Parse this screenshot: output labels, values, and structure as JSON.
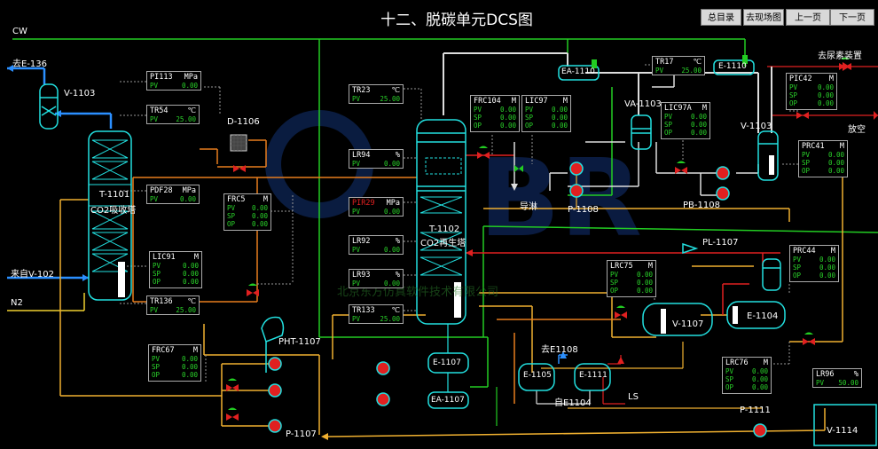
{
  "title": "十二、脱碳单元DCS图",
  "nav": {
    "b1": "总目录",
    "b2": "去现场图",
    "b3": "上一页",
    "b4": "下一页"
  },
  "labels": {
    "cw": "CW",
    "to_e136": "去E-136",
    "v1103_left": "V-1103",
    "d1106": "D-1106",
    "t1101": "T-1101",
    "t1101_sub": "CO2吸收塔",
    "from_v102": "来自V-102",
    "n2": "N2",
    "pht1107": "PHT-1107",
    "p1107": "P-1107",
    "t1102": "T-1102",
    "t1102_sub": "CO2再生塔",
    "ea1110": "EA-1110",
    "e1110": "E-1110",
    "va1103": "VA-1103",
    "v1103_right": "V-1103",
    "to_urea": "去尿素装置",
    "vent": "放空",
    "p1108": "P-1108",
    "pb1108": "PB-1108",
    "daolin": "导淋",
    "pl1107": "PL-1107",
    "v1107": "V-1107",
    "e1104": "E-1104",
    "e1107": "E-1107",
    "ea1107": "EA-1107",
    "e1105": "E-1105",
    "e1111": "E-1111",
    "to_e1108": "去E1108",
    "from_e1104": "自E1104",
    "ls": "LS",
    "p1111": "P-1111",
    "v1114": "V-1114",
    "watermark": "北京东方仿真软件技术有限公司"
  },
  "panels": {
    "pi1113": {
      "tag": "PI113",
      "unit": "MPa",
      "rows": [
        {
          "k": "PV",
          "v": "0.00"
        }
      ]
    },
    "tr54": {
      "tag": "TR54",
      "unit": "℃",
      "rows": [
        {
          "k": "PV",
          "v": "25.00"
        }
      ]
    },
    "pdf28": {
      "tag": "PDF28",
      "unit": "MPa",
      "rows": [
        {
          "k": "PV",
          "v": "0.00"
        }
      ]
    },
    "frc5": {
      "tag": "FRC5",
      "unit": "M",
      "rows": [
        {
          "k": "PV",
          "v": "0.00"
        },
        {
          "k": "SP",
          "v": "0.00"
        },
        {
          "k": "OP",
          "v": "0.00"
        }
      ]
    },
    "lic91": {
      "tag": "LIC91",
      "unit": "M",
      "rows": [
        {
          "k": "PV",
          "v": "0.00"
        },
        {
          "k": "SP",
          "v": "0.00"
        },
        {
          "k": "OP",
          "v": "0.00"
        }
      ]
    },
    "tr136": {
      "tag": "TR136",
      "unit": "℃",
      "rows": [
        {
          "k": "PV",
          "v": "25.00"
        }
      ]
    },
    "frc67": {
      "tag": "FRC67",
      "unit": "M",
      "rows": [
        {
          "k": "PV",
          "v": "0.00"
        },
        {
          "k": "SP",
          "v": "0.00"
        },
        {
          "k": "OP",
          "v": "0.00"
        }
      ]
    },
    "tr23": {
      "tag": "TR23",
      "unit": "℃",
      "rows": [
        {
          "k": "PV",
          "v": "25.00"
        }
      ]
    },
    "lr94": {
      "tag": "LR94",
      "unit": "%",
      "rows": [
        {
          "k": "PV",
          "v": "0.00"
        }
      ]
    },
    "pir29": {
      "tag": "PIR29",
      "unit": "MPa",
      "rows": [
        {
          "k": "PV",
          "v": "0.00"
        }
      ]
    },
    "lr92": {
      "tag": "LR92",
      "unit": "%",
      "rows": [
        {
          "k": "PV",
          "v": "0.00"
        }
      ]
    },
    "lr93": {
      "tag": "LR93",
      "unit": "%",
      "rows": [
        {
          "k": "PV",
          "v": "0.00"
        }
      ]
    },
    "tr133": {
      "tag": "TR133",
      "unit": "℃",
      "rows": [
        {
          "k": "PV",
          "v": "25.00"
        }
      ]
    },
    "frc104": {
      "tag": "FRC104",
      "unit": "M",
      "rows": [
        {
          "k": "PV",
          "v": "0.00"
        },
        {
          "k": "SP",
          "v": "0.00"
        },
        {
          "k": "OP",
          "v": "0.00"
        }
      ]
    },
    "lic97": {
      "tag": "LIC97",
      "unit": "M",
      "rows": [
        {
          "k": "PV",
          "v": "0.00"
        },
        {
          "k": "SP",
          "v": "0.00"
        },
        {
          "k": "OP",
          "v": "0.00"
        }
      ]
    },
    "tr17": {
      "tag": "TR17",
      "unit": "℃",
      "rows": [
        {
          "k": "PV",
          "v": "25.00"
        }
      ]
    },
    "lic97a": {
      "tag": "LIC97A",
      "unit": "M",
      "rows": [
        {
          "k": "PV",
          "v": "0.00"
        },
        {
          "k": "SP",
          "v": "0.00"
        },
        {
          "k": "OP",
          "v": "0.00"
        }
      ]
    },
    "pic42": {
      "tag": "PIC42",
      "unit": "M",
      "rows": [
        {
          "k": "PV",
          "v": "0.00"
        },
        {
          "k": "SP",
          "v": "0.00"
        },
        {
          "k": "OP",
          "v": "0.00"
        }
      ]
    },
    "prc41": {
      "tag": "PRC41",
      "unit": "M",
      "rows": [
        {
          "k": "PV",
          "v": "0.00"
        },
        {
          "k": "SP",
          "v": "0.00"
        },
        {
          "k": "OP",
          "v": "0.00"
        }
      ]
    },
    "lrc75": {
      "tag": "LRC75",
      "unit": "M",
      "rows": [
        {
          "k": "PV",
          "v": "0.00"
        },
        {
          "k": "SP",
          "v": "0.00"
        },
        {
          "k": "OP",
          "v": "0.00"
        }
      ]
    },
    "prc44": {
      "tag": "PRC44",
      "unit": "M",
      "rows": [
        {
          "k": "PV",
          "v": "0.00"
        },
        {
          "k": "SP",
          "v": "0.00"
        },
        {
          "k": "OP",
          "v": "0.00"
        }
      ]
    },
    "lrc76": {
      "tag": "LRC76",
      "unit": "M",
      "rows": [
        {
          "k": "PV",
          "v": "0.00"
        },
        {
          "k": "SP",
          "v": "0.00"
        },
        {
          "k": "OP",
          "v": "0.00"
        }
      ]
    },
    "lr96": {
      "tag": "LR96",
      "unit": "%",
      "rows": [
        {
          "k": "PV",
          "v": "50.00"
        }
      ]
    }
  },
  "colors": {
    "cw": "#22cc22",
    "rich": "#e87d1e",
    "lean": "#f0b030",
    "steam": "#e02020",
    "gas": "#dddddd",
    "co2": "#2b8fff",
    "equip": "#22e0e0"
  }
}
